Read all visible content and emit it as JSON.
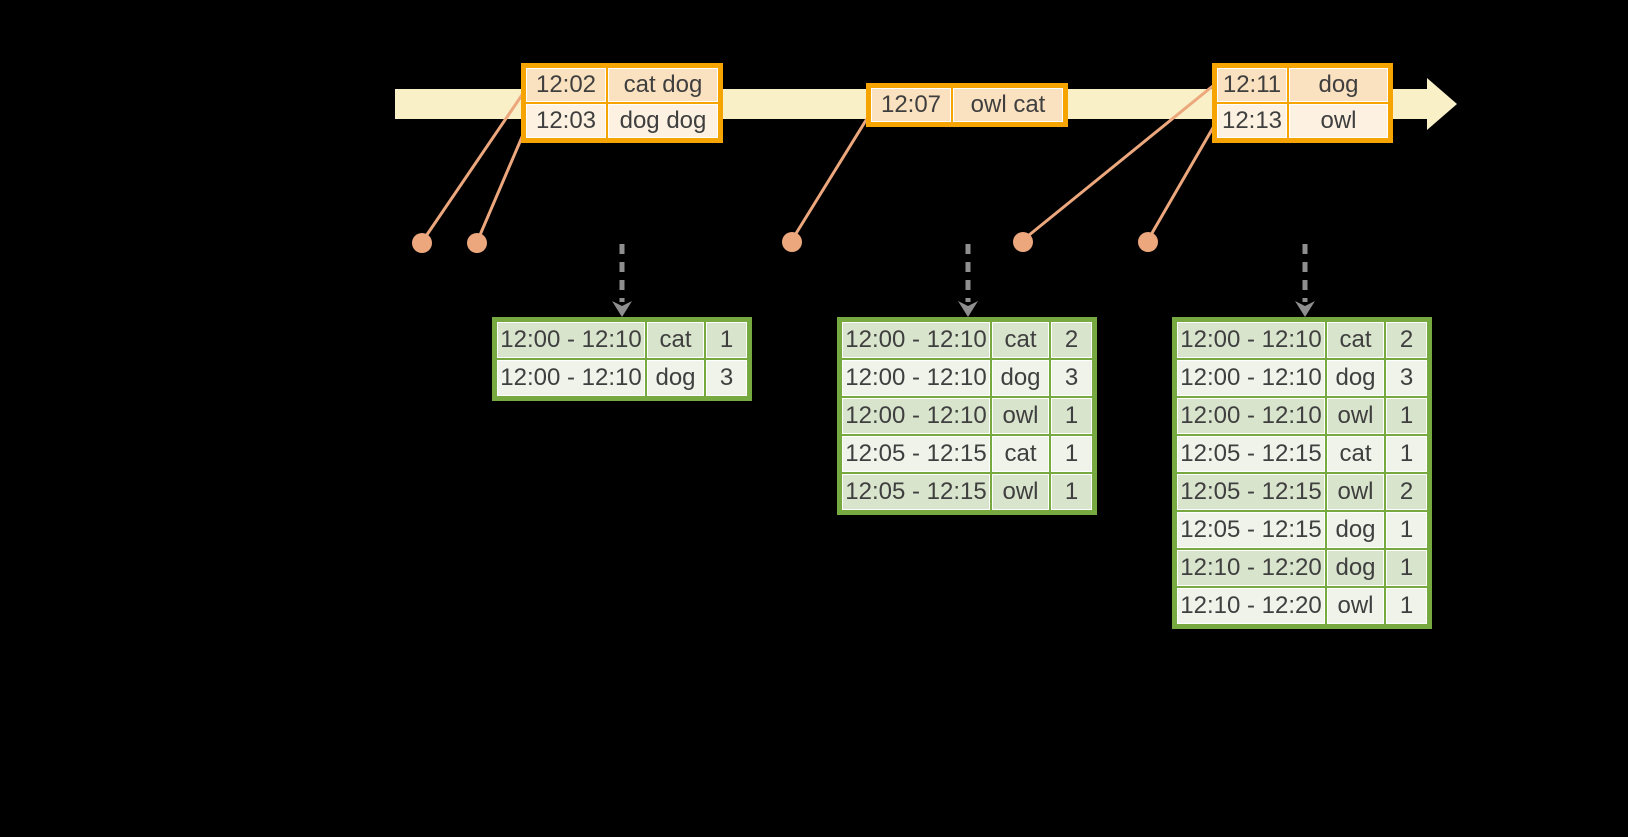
{
  "colors": {
    "background": "#000000",
    "timeline_fill": "#FAF0C7",
    "event_table_border": "#F5A402",
    "event_row_dark": "#FAE1C0",
    "event_row_light": "#FDF2E2",
    "marker_dot": "#ECA77D",
    "leader_line": "#ECA77D",
    "trigger_arrow": "#8F8F8F",
    "result_table_border": "#76A93F",
    "result_row_dark": "#D9E4CD",
    "result_row_light": "#EFF3EA",
    "text": "#3F3F3F"
  },
  "icons": {
    "timeline_arrowhead": "right-arrowhead-icon",
    "trigger_arrowhead": "down-chevron-arrowhead-icon"
  },
  "event_tables": [
    {
      "rows": [
        {
          "time": "12:02",
          "words": "cat dog"
        },
        {
          "time": "12:03",
          "words": "dog dog"
        }
      ]
    },
    {
      "rows": [
        {
          "time": "12:07",
          "words": "owl cat"
        }
      ]
    },
    {
      "rows": [
        {
          "time": "12:11",
          "words": "dog"
        },
        {
          "time": "12:13",
          "words": "owl"
        }
      ]
    }
  ],
  "result_tables": [
    {
      "rows": [
        {
          "window": "12:00 - 12:10",
          "word": "cat",
          "count": "1"
        },
        {
          "window": "12:00 - 12:10",
          "word": "dog",
          "count": "3"
        }
      ]
    },
    {
      "rows": [
        {
          "window": "12:00 - 12:10",
          "word": "cat",
          "count": "2"
        },
        {
          "window": "12:00 - 12:10",
          "word": "dog",
          "count": "3"
        },
        {
          "window": "12:00 - 12:10",
          "word": "owl",
          "count": "1"
        },
        {
          "window": "12:05 - 12:15",
          "word": "cat",
          "count": "1"
        },
        {
          "window": "12:05 - 12:15",
          "word": "owl",
          "count": "1"
        }
      ]
    },
    {
      "rows": [
        {
          "window": "12:00 - 12:10",
          "word": "cat",
          "count": "2"
        },
        {
          "window": "12:00 - 12:10",
          "word": "dog",
          "count": "3"
        },
        {
          "window": "12:00 - 12:10",
          "word": "owl",
          "count": "1"
        },
        {
          "window": "12:05 - 12:15",
          "word": "cat",
          "count": "1"
        },
        {
          "window": "12:05 - 12:15",
          "word": "owl",
          "count": "2"
        },
        {
          "window": "12:05 - 12:15",
          "word": "dog",
          "count": "1"
        },
        {
          "window": "12:10 - 12:20",
          "word": "dog",
          "count": "1"
        },
        {
          "window": "12:10 - 12:20",
          "word": "owl",
          "count": "1"
        }
      ]
    }
  ]
}
